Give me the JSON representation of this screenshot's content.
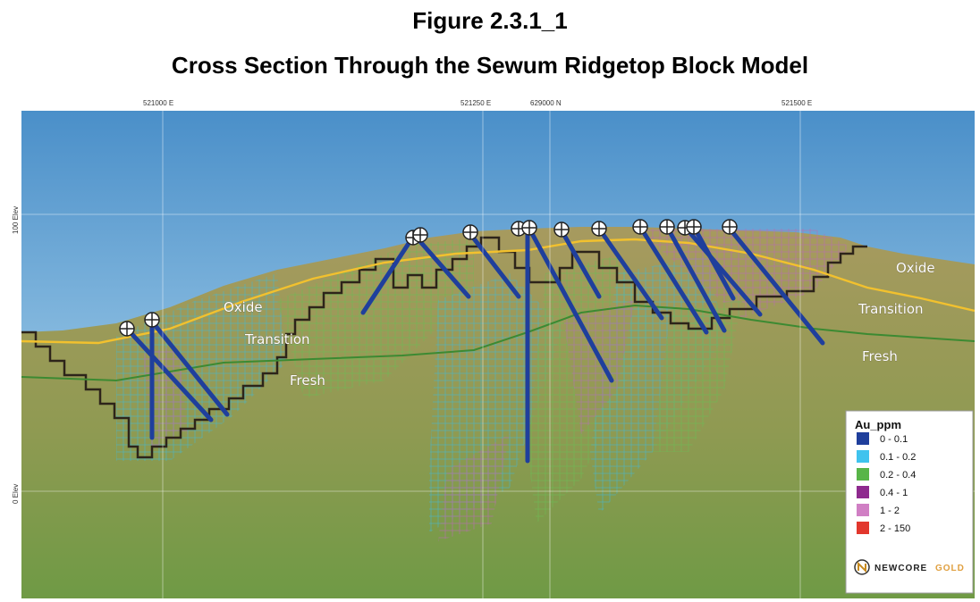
{
  "title": "Figure 2.3.1_1",
  "subtitle": "Cross Section Through the Sewum Ridgetop Block Model",
  "axis": {
    "x_ticks": [
      "521000 E",
      "521250 E",
      "629000 N",
      "521500 E"
    ],
    "y_ticks": [
      "100 Elev",
      "0 Elev"
    ]
  },
  "zones": {
    "left": [
      "Oxide",
      "Transition",
      "Fresh"
    ],
    "right": [
      "Oxide",
      "Transition",
      "Fresh"
    ]
  },
  "legend": {
    "title": "Au_ppm",
    "items": [
      {
        "label": "0 - 0.1",
        "color": "#1f3f9c"
      },
      {
        "label": "0.1 - 0.2",
        "color": "#3fc3ee"
      },
      {
        "label": "0.2 - 0.4",
        "color": "#58b548"
      },
      {
        "label": "0.4 - 1",
        "color": "#8e2a8e"
      },
      {
        "label": "1 - 2",
        "color": "#d07fc4"
      },
      {
        "label": "2 - 150",
        "color": "#e2372d"
      }
    ],
    "brand": {
      "name": "NEWCORE",
      "suffix": "GOLD",
      "icon": "newcore-logo-icon"
    }
  },
  "colors": {
    "sky_top": "#4a8fc9",
    "sky_bottom": "#bfe3f4",
    "ground": "#a89a5e",
    "ground_deep": "#7d9a4c",
    "pit_outline": "#2d241a",
    "oxide_line": "#f2c12e",
    "fresh_line": "#3c8a32",
    "drillhole": "#1f3f9c",
    "collar_icon": "collar-crosshair-icon"
  }
}
